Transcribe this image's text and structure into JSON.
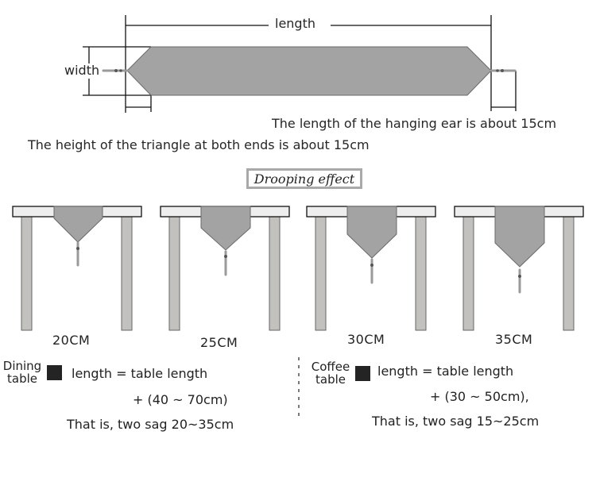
{
  "top_diagram": {
    "length_label": "length",
    "width_label": "width",
    "ear_note": "The length of the hanging ear is about 15cm",
    "triangle_note": "The height of the triangle at both ends is about 15cm"
  },
  "drooping": {
    "title": "Drooping effect",
    "tables": [
      {
        "label": "20CM"
      },
      {
        "label": "25CM"
      },
      {
        "label": "30CM"
      },
      {
        "label": "35CM"
      }
    ]
  },
  "formulas": {
    "dining": {
      "name_line1": "Dining",
      "name_line2": "table",
      "line1": "length = table length",
      "line2": "+ (40 ~ 70cm)",
      "line3": "That is, two sag 20~35cm"
    },
    "coffee": {
      "name_line1": "Coffee",
      "name_line2": "table",
      "line1": "length = table length",
      "line2": "+ (30 ~ 50cm),",
      "line3": "That is, two sag 15~25cm"
    }
  },
  "colors": {
    "runner_fill": "#a3a3a3",
    "runner_edge": "#6a6a6a",
    "leg_fill": "#c3c1be",
    "tabletop_fill": "#eeeeee",
    "swatch": "#242424"
  }
}
